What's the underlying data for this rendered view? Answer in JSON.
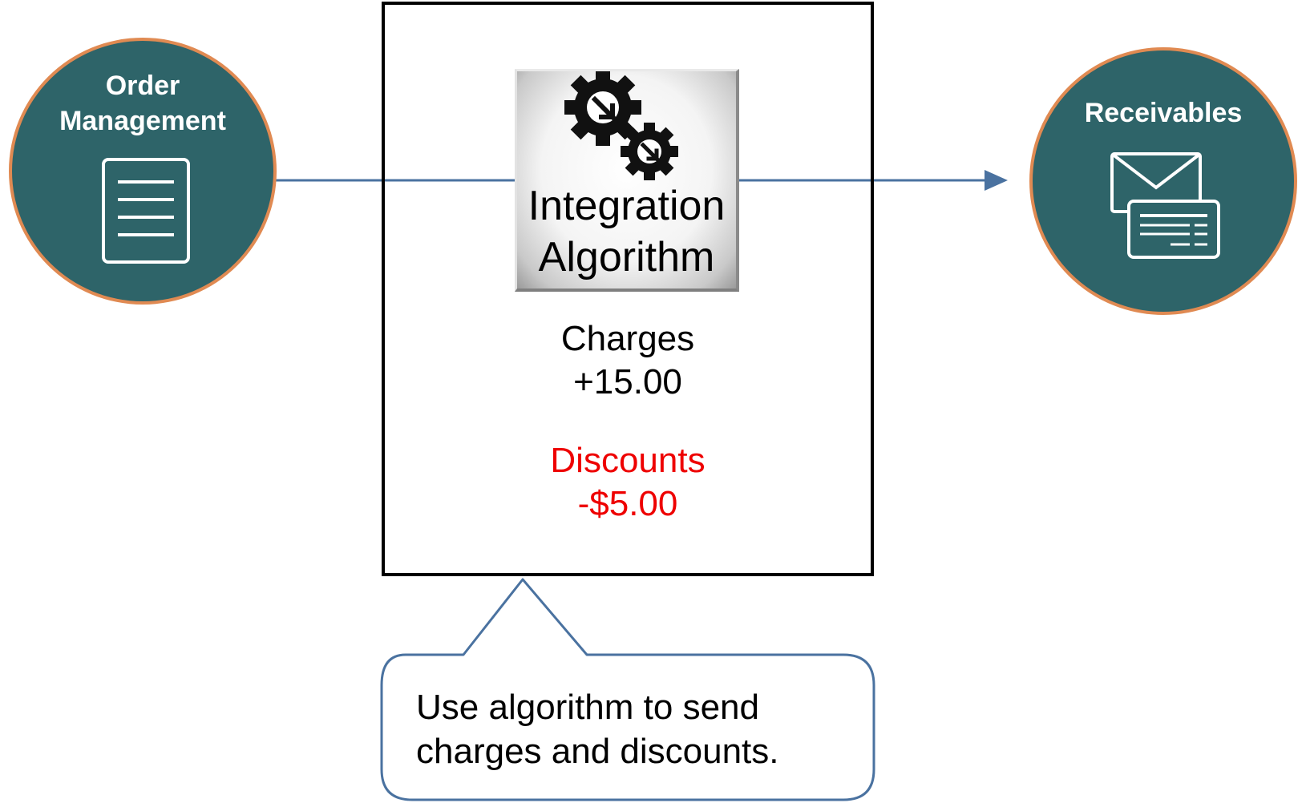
{
  "nodes": {
    "order_management": {
      "label_line1": "Order",
      "label_line2": "Management",
      "icon": "document-list-icon"
    },
    "receivables": {
      "label": "Receivables",
      "icon": "envelope-invoice-icon"
    }
  },
  "algorithm": {
    "title_line1": "Integration",
    "title_line2": "Algorithm",
    "icon": "gears-icon"
  },
  "charges": {
    "label": "Charges",
    "value": "+15.00",
    "color": "#000000"
  },
  "discounts": {
    "label": "Discounts",
    "value": "-$5.00",
    "color": "#ee0000"
  },
  "callout": {
    "line1": "Use algorithm to send",
    "line2": "charges and discounts."
  },
  "colors": {
    "node_fill": "#2e6469",
    "node_border": "#e08a52",
    "connector": "#4a72a0",
    "callout_border": "#4a72a0",
    "box_border": "#000000"
  }
}
